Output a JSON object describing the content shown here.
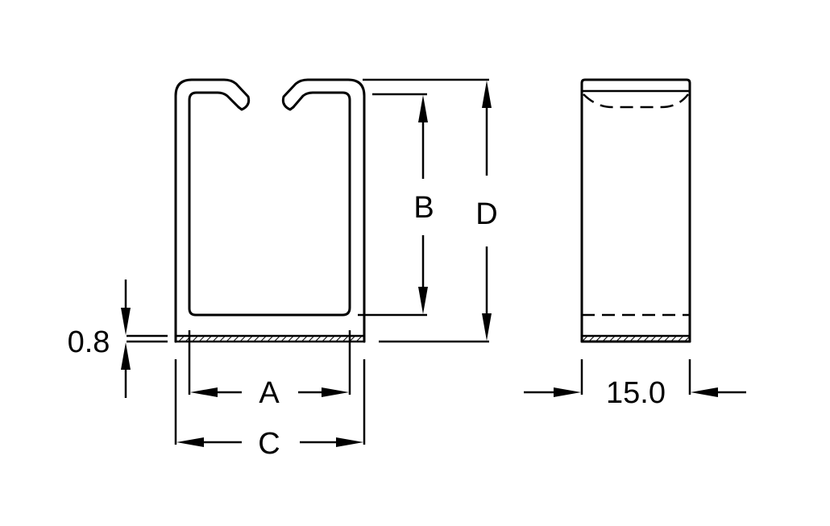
{
  "dimensions": {
    "a": "A",
    "b": "B",
    "c": "C",
    "d": "D",
    "thickness": "0.8",
    "width": "15.0"
  }
}
